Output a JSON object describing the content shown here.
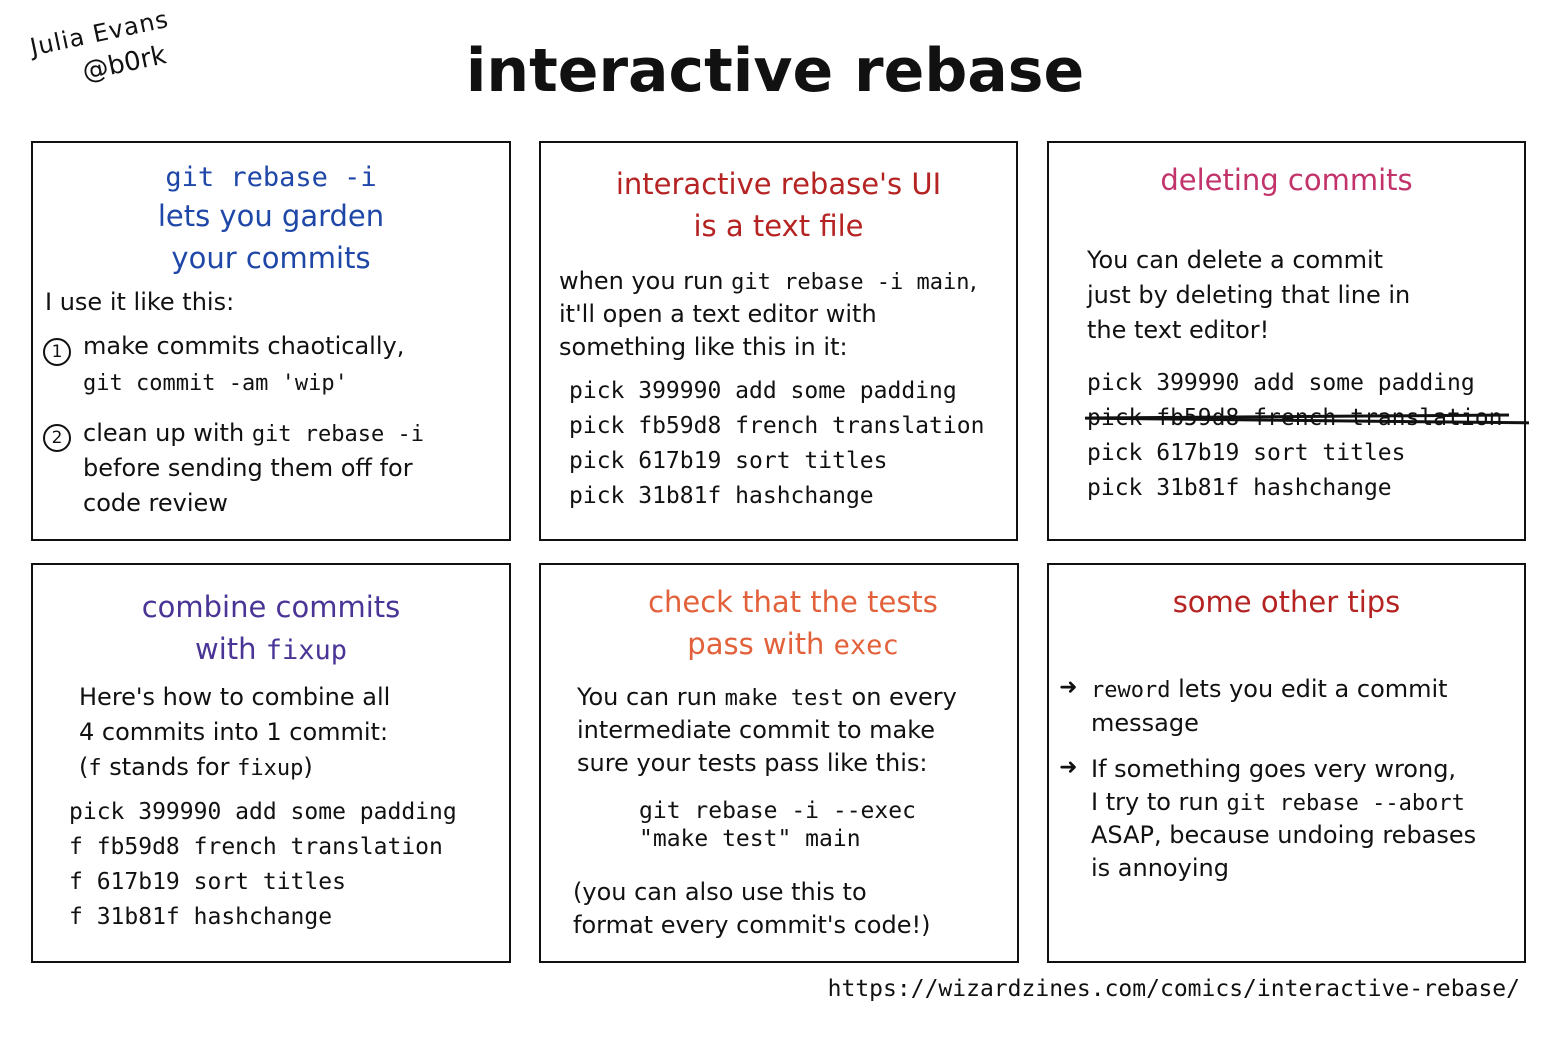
{
  "author": {
    "name": "Julia Evans",
    "handle": "@b0rk"
  },
  "title": "interactive rebase",
  "colors": {
    "blue": "#1f47a8",
    "red": "#b52323",
    "pink": "#c2336b",
    "purple": "#4a3596",
    "orange": "#e2613a"
  },
  "panel1": {
    "title_cmd": "git rebase -i",
    "title_line2": "lets you garden",
    "title_line3": "your commits",
    "intro": "I use it like this:",
    "step1_num": "1",
    "step1_text": "make commits chaotically,",
    "step1_cmd": "git commit -am 'wip'",
    "step2_num": "2",
    "step2_text": "clean up with",
    "step2_cmd": "git rebase -i",
    "step2_line2": "before sending them off for",
    "step2_line3": "code review"
  },
  "panel2": {
    "title_line1": "interactive rebase's UI",
    "title_line2": "is a text file",
    "line1_a": "when you run",
    "line1_cmd": "git rebase -i main",
    "line1_b": ",",
    "line2": "it'll open a text editor with",
    "line3": "something like this in it:",
    "code": [
      "pick 399990 add some padding",
      "pick fb59d8 french translation",
      "pick 617b19 sort titles",
      "pick 31b81f hashchange"
    ]
  },
  "panel3": {
    "title": "deleting commits",
    "line1": "You can delete a commit",
    "line2": "just by deleting that line in",
    "line3": "the text editor!",
    "code": [
      "pick 399990 add some padding",
      "pick fb59d8 french translation",
      "pick 617b19 sort titles",
      "pick 31b81f hashchange"
    ]
  },
  "panel4": {
    "title_line1": "combine commits",
    "title_with": "with",
    "title_cmd": "fixup",
    "line1": "Here's how to combine all",
    "line2": "4 commits into 1 commit:",
    "line3_a": "(",
    "line3_f": "f",
    "line3_b": " stands for ",
    "line3_cmd": "fixup",
    "line3_c": ")",
    "code": [
      "pick 399990 add some padding",
      "f fb59d8 french translation",
      "f 617b19 sort titles",
      "f 31b81f hashchange"
    ]
  },
  "panel5": {
    "title_line1": "check that the tests",
    "title_pass": "pass with",
    "title_cmd": "exec",
    "line1_a": "You can run",
    "line1_cmd": "make test",
    "line1_b": "on every",
    "line2": "intermediate commit to make",
    "line3": "sure your tests pass like this:",
    "code1": "git rebase -i --exec",
    "code2": "\"make test\" main",
    "note1": "(you can also use this to",
    "note2": "format every commit's code!)"
  },
  "panel6": {
    "title": "some other tips",
    "tip1_cmd": "reword",
    "tip1_a": "lets you edit a commit",
    "tip1_b": "message",
    "tip2_a": "If something goes very wrong,",
    "tip2_b": "I try to run",
    "tip2_cmd": "git rebase --abort",
    "tip2_c": "ASAP, because undoing rebases",
    "tip2_d": "is annoying"
  },
  "url": "https://wizardzines.com/comics/interactive-rebase/"
}
